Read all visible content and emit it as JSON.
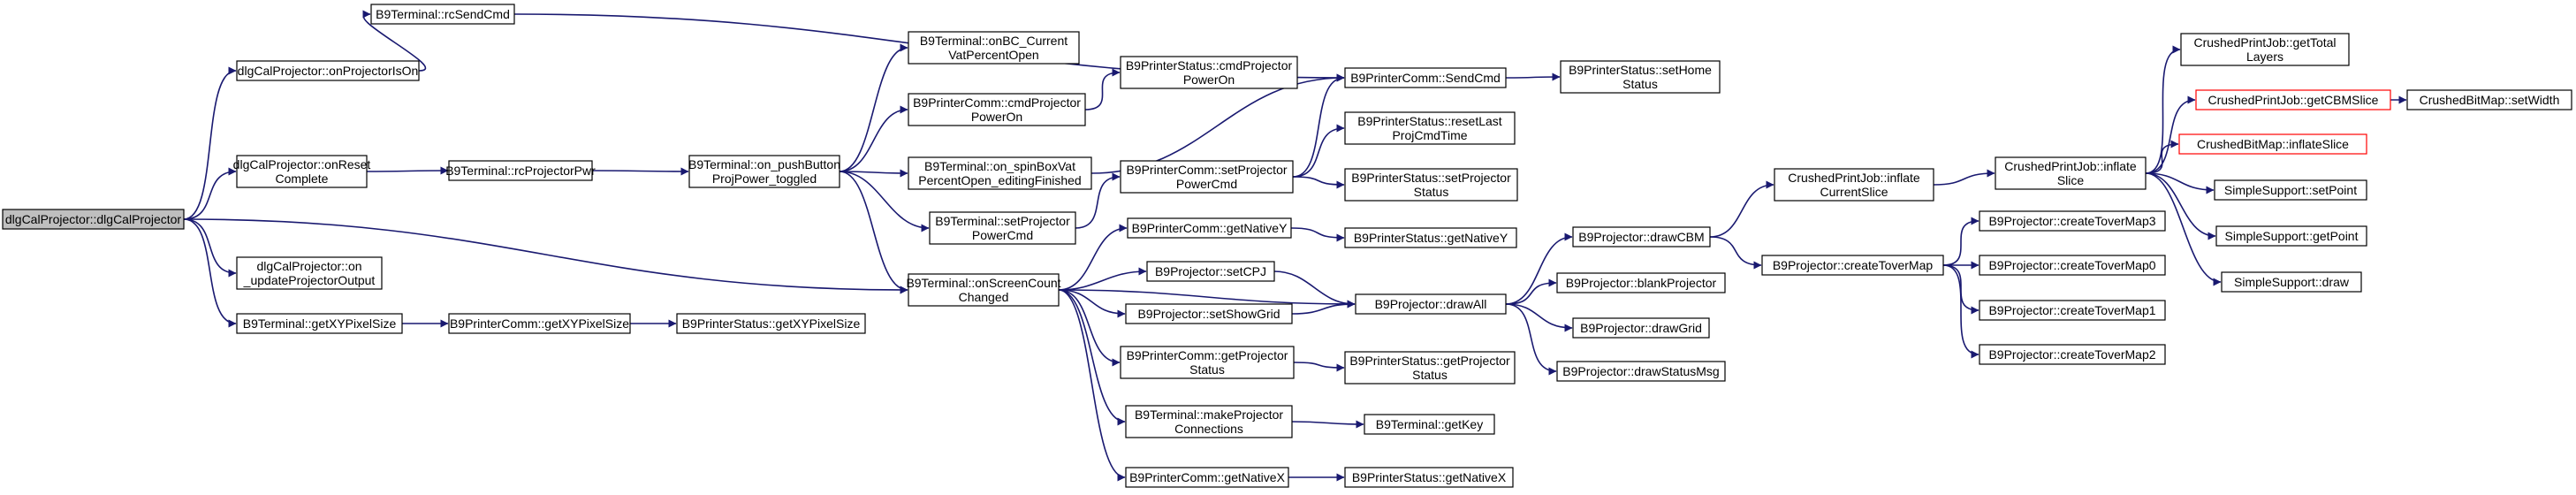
{
  "graph": {
    "title": "",
    "colors": {
      "edge": "#191970",
      "node_border": "#000000",
      "root_fill": "#bfbfbf",
      "highlight_border": "#ff0000",
      "node_fill": "#ffffff"
    },
    "nodes": [
      {
        "id": "root",
        "lines": [
          "dlgCalProjector::dlgCalProjector"
        ],
        "style": "root"
      },
      {
        "id": "onProjectorIsOn",
        "lines": [
          "dlgCalProjector::onProjectorIsOn"
        ]
      },
      {
        "id": "onResetComplete",
        "lines": [
          "dlgCalProjector::onReset",
          "Complete"
        ]
      },
      {
        "id": "onUpdateProjectorOutput",
        "lines": [
          "dlgCalProjector::on",
          "_updateProjectorOutput"
        ]
      },
      {
        "id": "getXYPixelSize_T",
        "lines": [
          "B9Terminal::getXYPixelSize"
        ]
      },
      {
        "id": "rcSendCmd",
        "lines": [
          "B9Terminal::rcSendCmd"
        ]
      },
      {
        "id": "rcProjectorPwr",
        "lines": [
          "B9Terminal::rcProjectorPwr"
        ]
      },
      {
        "id": "getXYPixelSize_PC",
        "lines": [
          "B9PrinterComm::getXYPixelSize"
        ]
      },
      {
        "id": "getXYPixelSize_PS",
        "lines": [
          "B9PrinterStatus::getXYPixelSize"
        ]
      },
      {
        "id": "onPushButton",
        "lines": [
          "B9Terminal::on_pushButton",
          "ProjPower_toggled"
        ]
      },
      {
        "id": "onScreenCount",
        "lines": [
          "B9Terminal::onScreenCount",
          "Changed"
        ]
      },
      {
        "id": "onBCCurrent",
        "lines": [
          "B9Terminal::onBC_Current",
          "VatPercentOpen"
        ]
      },
      {
        "id": "cmdProjectorPowerOn_PC",
        "lines": [
          "B9PrinterComm::cmdProjector",
          "PowerOn"
        ]
      },
      {
        "id": "onSpinBox",
        "lines": [
          "B9Terminal::on_spinBoxVat",
          "PercentOpen_editingFinished"
        ]
      },
      {
        "id": "setProjectorPowerCmd_T",
        "lines": [
          "B9Terminal::setProjector",
          "PowerCmd"
        ]
      },
      {
        "id": "cmdProjectorPowerOn_PS",
        "lines": [
          "B9PrinterStatus::cmdProjector",
          "PowerOn"
        ]
      },
      {
        "id": "setProjectorPowerCmd_PC",
        "lines": [
          "B9PrinterComm::setProjector",
          "PowerCmd"
        ]
      },
      {
        "id": "getNativeY_PC",
        "lines": [
          "B9PrinterComm::getNativeY"
        ]
      },
      {
        "id": "setCPJ",
        "lines": [
          "B9Projector::setCPJ"
        ]
      },
      {
        "id": "setShowGrid",
        "lines": [
          "B9Projector::setShowGrid"
        ]
      },
      {
        "id": "getProjectorStatus_PC",
        "lines": [
          "B9PrinterComm::getProjector",
          "Status"
        ]
      },
      {
        "id": "makeProjectorConnections",
        "lines": [
          "B9Terminal::makeProjector",
          "Connections"
        ]
      },
      {
        "id": "getNativeX_PC",
        "lines": [
          "B9PrinterComm::getNativeX"
        ]
      },
      {
        "id": "sendCmd",
        "lines": [
          "B9PrinterComm::SendCmd"
        ]
      },
      {
        "id": "resetLastProjCmdTime",
        "lines": [
          "B9PrinterStatus::resetLast",
          "ProjCmdTime"
        ]
      },
      {
        "id": "setProjectorStatus_PS",
        "lines": [
          "B9PrinterStatus::setProjector",
          "Status"
        ]
      },
      {
        "id": "getNativeY_PS",
        "lines": [
          "B9PrinterStatus::getNativeY"
        ]
      },
      {
        "id": "drawAll",
        "lines": [
          "B9Projector::drawAll"
        ]
      },
      {
        "id": "getProjectorStatus_PS",
        "lines": [
          "B9PrinterStatus::getProjector",
          "Status"
        ]
      },
      {
        "id": "getKey",
        "lines": [
          "B9Terminal::getKey"
        ]
      },
      {
        "id": "getNativeX_PS",
        "lines": [
          "B9PrinterStatus::getNativeX"
        ]
      },
      {
        "id": "setHomeStatus",
        "lines": [
          "B9PrinterStatus::setHome",
          "Status"
        ]
      },
      {
        "id": "drawCBM",
        "lines": [
          "B9Projector::drawCBM"
        ]
      },
      {
        "id": "blankProjector",
        "lines": [
          "B9Projector::blankProjector"
        ]
      },
      {
        "id": "drawGrid",
        "lines": [
          "B9Projector::drawGrid"
        ]
      },
      {
        "id": "drawStatusMsg",
        "lines": [
          "B9Projector::drawStatusMsg"
        ]
      },
      {
        "id": "inflateCurrentSlice",
        "lines": [
          "CrushedPrintJob::inflate",
          "CurrentSlice"
        ]
      },
      {
        "id": "createToverMap",
        "lines": [
          "B9Projector::createToverMap"
        ]
      },
      {
        "id": "inflateSlice_CPJ",
        "lines": [
          "CrushedPrintJob::inflate",
          "Slice"
        ]
      },
      {
        "id": "createToverMap3",
        "lines": [
          "B9Projector::createToverMap3"
        ]
      },
      {
        "id": "createToverMap0",
        "lines": [
          "B9Projector::createToverMap0"
        ]
      },
      {
        "id": "createToverMap1",
        "lines": [
          "B9Projector::createToverMap1"
        ]
      },
      {
        "id": "createToverMap2",
        "lines": [
          "B9Projector::createToverMap2"
        ]
      },
      {
        "id": "getTotalLayers",
        "lines": [
          "CrushedPrintJob::getTotal",
          "Layers"
        ]
      },
      {
        "id": "getCBMSlice",
        "lines": [
          "CrushedPrintJob::getCBMSlice"
        ],
        "style": "highlight"
      },
      {
        "id": "inflateSlice_CBM",
        "lines": [
          "CrushedBitMap::inflateSlice"
        ],
        "style": "highlight"
      },
      {
        "id": "setPoint",
        "lines": [
          "SimpleSupport::setPoint"
        ]
      },
      {
        "id": "getPoint",
        "lines": [
          "SimpleSupport::getPoint"
        ]
      },
      {
        "id": "draw",
        "lines": [
          "SimpleSupport::draw"
        ]
      },
      {
        "id": "setWidth",
        "lines": [
          "CrushedBitMap::setWidth"
        ]
      }
    ],
    "edges": [
      [
        "root",
        "onProjectorIsOn"
      ],
      [
        "root",
        "onResetComplete"
      ],
      [
        "root",
        "onUpdateProjectorOutput"
      ],
      [
        "root",
        "getXYPixelSize_T"
      ],
      [
        "root",
        "onScreenCount"
      ],
      [
        "onProjectorIsOn",
        "rcSendCmd"
      ],
      [
        "onResetComplete",
        "rcProjectorPwr"
      ],
      [
        "getXYPixelSize_T",
        "getXYPixelSize_PC"
      ],
      [
        "getXYPixelSize_PC",
        "getXYPixelSize_PS"
      ],
      [
        "rcSendCmd",
        "sendCmd"
      ],
      [
        "rcProjectorPwr",
        "onPushButton"
      ],
      [
        "onPushButton",
        "onBCCurrent"
      ],
      [
        "onPushButton",
        "cmdProjectorPowerOn_PC"
      ],
      [
        "onPushButton",
        "onSpinBox"
      ],
      [
        "onPushButton",
        "setProjectorPowerCmd_T"
      ],
      [
        "onPushButton",
        "onScreenCount"
      ],
      [
        "cmdProjectorPowerOn_PC",
        "cmdProjectorPowerOn_PS"
      ],
      [
        "onSpinBox",
        "sendCmd"
      ],
      [
        "setProjectorPowerCmd_T",
        "setProjectorPowerCmd_PC"
      ],
      [
        "setProjectorPowerCmd_PC",
        "sendCmd"
      ],
      [
        "setProjectorPowerCmd_PC",
        "resetLastProjCmdTime"
      ],
      [
        "setProjectorPowerCmd_PC",
        "setProjectorStatus_PS"
      ],
      [
        "sendCmd",
        "setHomeStatus"
      ],
      [
        "onScreenCount",
        "getNativeY_PC"
      ],
      [
        "onScreenCount",
        "setCPJ"
      ],
      [
        "onScreenCount",
        "setShowGrid"
      ],
      [
        "onScreenCount",
        "getProjectorStatus_PC"
      ],
      [
        "onScreenCount",
        "makeProjectorConnections"
      ],
      [
        "onScreenCount",
        "getNativeX_PC"
      ],
      [
        "onScreenCount",
        "drawAll"
      ],
      [
        "getNativeY_PC",
        "getNativeY_PS"
      ],
      [
        "setCPJ",
        "drawAll"
      ],
      [
        "setShowGrid",
        "drawAll"
      ],
      [
        "getProjectorStatus_PC",
        "getProjectorStatus_PS"
      ],
      [
        "makeProjectorConnections",
        "getKey"
      ],
      [
        "getNativeX_PC",
        "getNativeX_PS"
      ],
      [
        "drawAll",
        "drawCBM"
      ],
      [
        "drawAll",
        "blankProjector"
      ],
      [
        "drawAll",
        "drawGrid"
      ],
      [
        "drawAll",
        "drawStatusMsg"
      ],
      [
        "drawCBM",
        "inflateCurrentSlice"
      ],
      [
        "drawCBM",
        "createToverMap"
      ],
      [
        "inflateCurrentSlice",
        "inflateSlice_CPJ"
      ],
      [
        "createToverMap",
        "createToverMap3"
      ],
      [
        "createToverMap",
        "createToverMap0"
      ],
      [
        "createToverMap",
        "createToverMap1"
      ],
      [
        "createToverMap",
        "createToverMap2"
      ],
      [
        "inflateSlice_CPJ",
        "getTotalLayers"
      ],
      [
        "inflateSlice_CPJ",
        "getCBMSlice"
      ],
      [
        "inflateSlice_CPJ",
        "inflateSlice_CBM"
      ],
      [
        "inflateSlice_CPJ",
        "setPoint"
      ],
      [
        "inflateSlice_CPJ",
        "getPoint"
      ],
      [
        "inflateSlice_CPJ",
        "draw"
      ],
      [
        "getCBMSlice",
        "setWidth"
      ]
    ]
  }
}
